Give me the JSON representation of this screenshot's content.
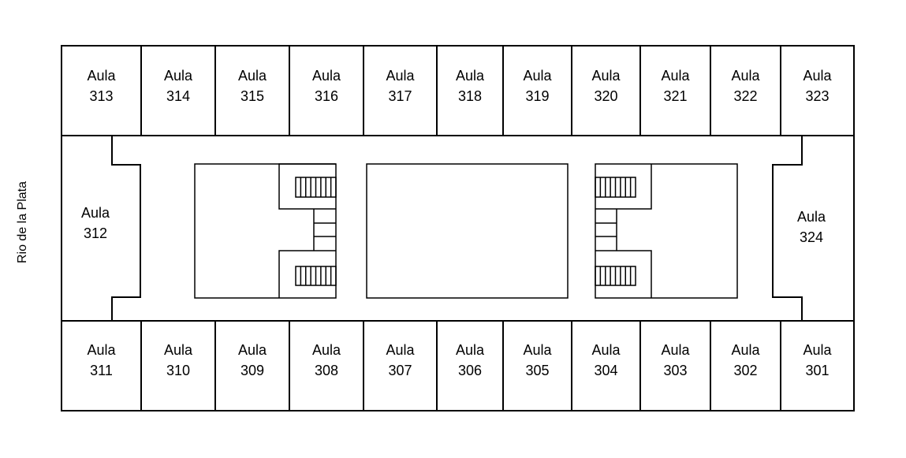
{
  "side_label": "Rio de la Plata",
  "room_prefix": "Aula",
  "top_rooms": [
    "313",
    "314",
    "315",
    "316",
    "317",
    "318",
    "319",
    "320",
    "321",
    "322",
    "323"
  ],
  "bottom_rooms": [
    "311",
    "310",
    "309",
    "308",
    "307",
    "306",
    "305",
    "304",
    "303",
    "302",
    "301"
  ],
  "left_room": "312",
  "right_room": "324"
}
